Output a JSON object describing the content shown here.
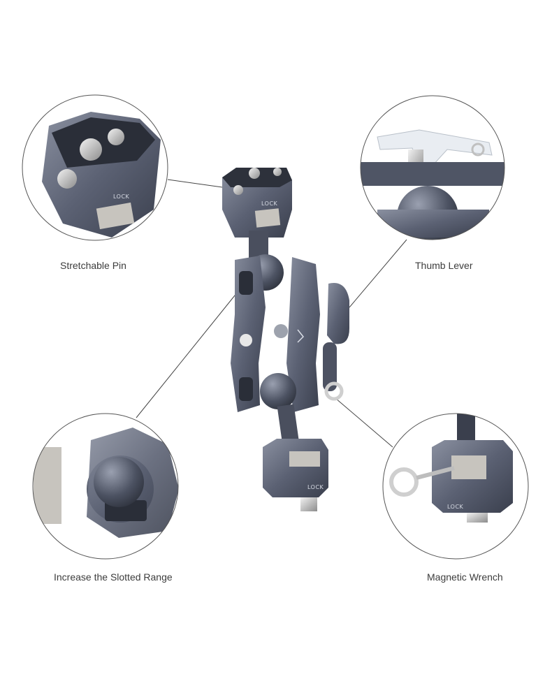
{
  "callouts": {
    "top_left": {
      "label": "Stretchable Pin"
    },
    "top_right": {
      "label": "Thumb Lever"
    },
    "bottom_left": {
      "label": "Increase the Slotted Range"
    },
    "bottom_right": {
      "label": "Magnetic Wrench"
    }
  },
  "engraving": "LOCK",
  "colors": {
    "background": "#ffffff",
    "metal": "#5b6173",
    "metal_dark": "#3a3f4d",
    "metal_light": "#8a90a0",
    "steel": "#c9c9c9",
    "leader_line": "#444444",
    "circle_border": "#555555"
  }
}
